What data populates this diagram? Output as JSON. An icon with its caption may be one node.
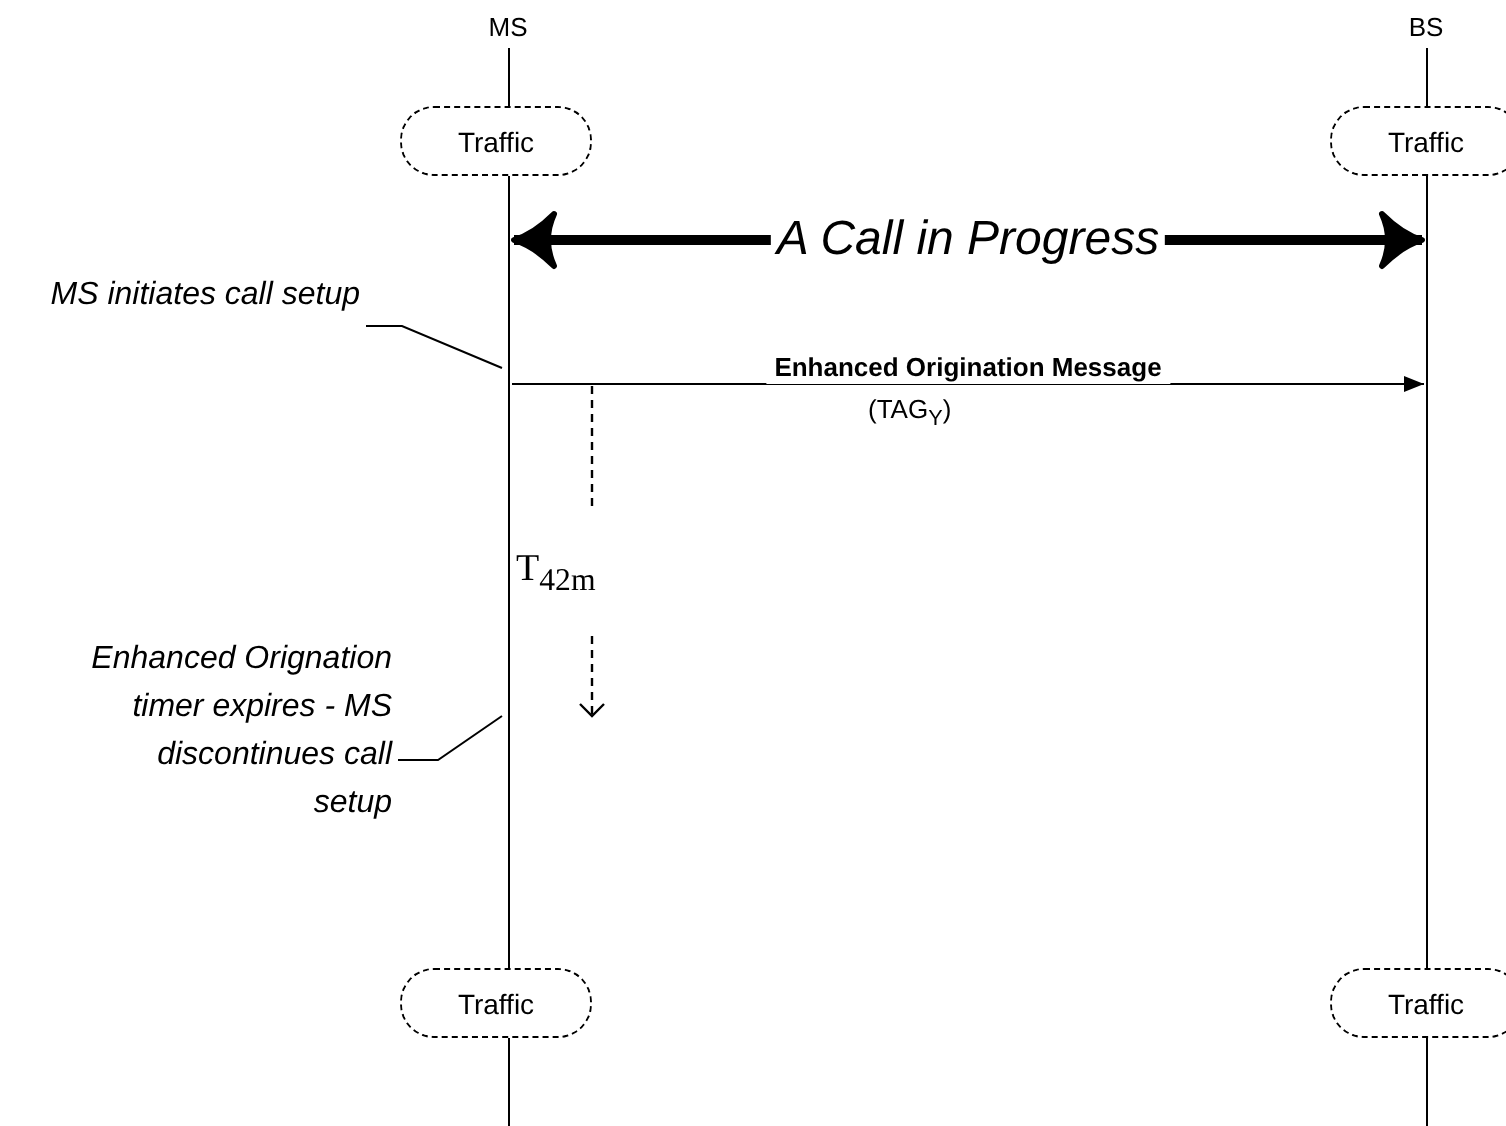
{
  "diagram": {
    "nodes": [
      {
        "text": [
          "MS"
        ]
      },
      {
        "text": [
          "BS"
        ]
      },
      {
        "text": [
          "Traffic"
        ]
      },
      {
        "text": [
          "Traffic"
        ]
      },
      {
        "text": [
          "MS initiates call setup"
        ]
      },
      {
        "text": [
          "Enhanced Orignation timer expires - MS discontinues call setup"
        ]
      },
      {
        "text": [
          "Traffic"
        ]
      },
      {
        "text": [
          "Traffic"
        ]
      },
      {
        "text": [],
        "shape": "bar"
      },
      {
        "text": [],
        "shape": "bar"
      }
    ],
    "edges": [
      {
        "from": 8,
        "to": 9,
        "arrow": "both",
        "label": "A Call in Progress",
        "style": "thick"
      },
      {
        "from": 8,
        "to": 9,
        "arrow": "to",
        "label": "Enhanced Origination Message"
      },
      {
        "from": 4,
        "to": 8,
        "arrow": "none"
      },
      {
        "from": 5,
        "to": 8,
        "arrow": "none"
      }
    ],
    "labels": [
      "(TAG$_{Y}$)",
      "T$_{42m}$"
    ]
  }
}
